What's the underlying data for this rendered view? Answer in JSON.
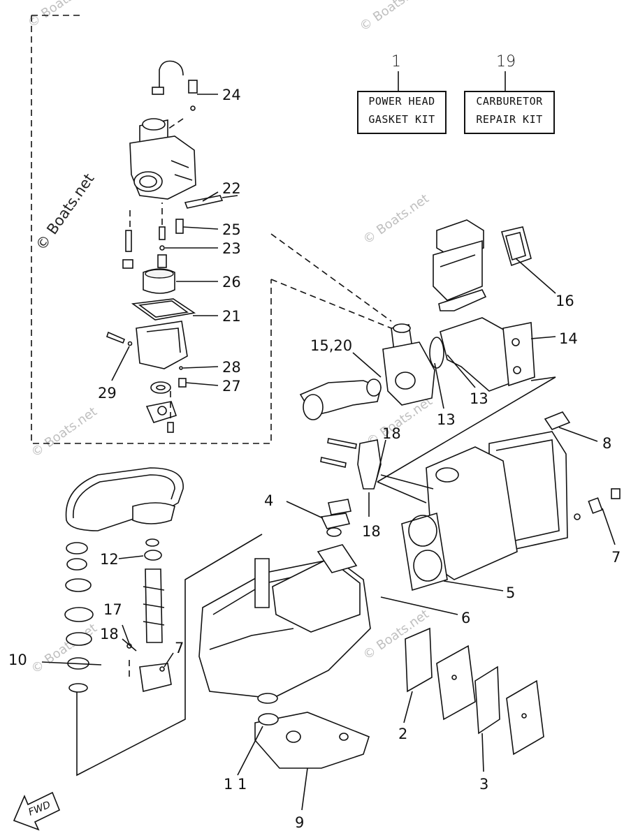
{
  "kits": [
    {
      "number": "1",
      "line1": "POWER HEAD",
      "line2": "GASKET KIT"
    },
    {
      "number": "19",
      "line1": "CARBURETOR",
      "line2": "REPAIR KIT"
    }
  ],
  "watermark": {
    "main": "© Boats.net",
    "faint": "© Boats.net"
  },
  "fwd_label": "FWD",
  "callouts": {
    "c2": "2",
    "c3": "3",
    "c4": "4",
    "c5": "5",
    "c6": "6",
    "c7a": "7",
    "c7b": "7",
    "c8": "8",
    "c9": "9",
    "c10": "10",
    "c11": "1 1",
    "c12": "12",
    "c13a": "13",
    "c13b": "13",
    "c14": "14",
    "c15": "15,20",
    "c16": "16",
    "c17": "17",
    "c18a": "18",
    "c18b": "18",
    "c18c": "18",
    "c21": "21",
    "c22": "22",
    "c23": "23",
    "c24": "24",
    "c25": "25",
    "c26": "26",
    "c27": "27",
    "c28": "28",
    "c29": "29"
  }
}
